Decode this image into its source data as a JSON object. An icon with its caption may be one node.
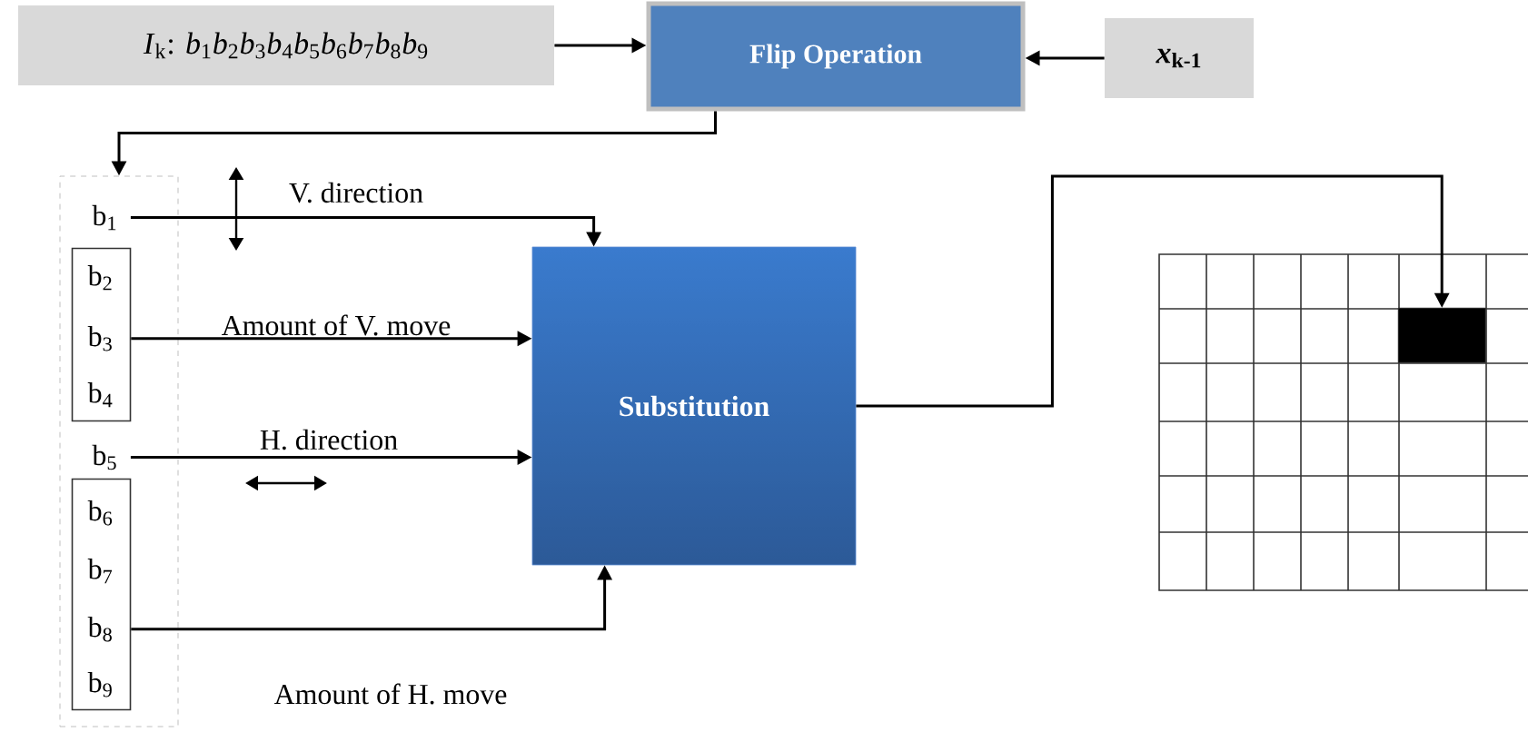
{
  "diagram": {
    "nodes": [
      {
        "text": [
          "*I*$_{k}$: *b*$_{1}$*b*$_{2}$*b*$_{3}$*b*$_{4}$*b*$_{5}$*b*$_{6}$*b*$_{7}$*b*$_{8}$*b*$_{9}$"
        ]
      },
      {
        "text": [
          "Flip Operation"
        ]
      },
      {
        "text": [
          "*x*$_{k-1}$"
        ]
      },
      {
        "text": [],
        "shape": "box"
      },
      {
        "text": [
          "b$_{1}$"
        ],
        "in": 3
      },
      {
        "text": [],
        "shape": "box",
        "in": 3
      },
      {
        "text": [
          "b$_{2}$"
        ],
        "in": 5
      },
      {
        "text": [
          "b$_{3}$"
        ],
        "in": 5
      },
      {
        "text": [
          "b$_{4}$"
        ],
        "in": 5
      },
      {
        "text": [
          "b$_{5}$"
        ],
        "in": 3
      },
      {
        "text": [],
        "shape": "box",
        "in": 3
      },
      {
        "text": [
          "b$_{6}$"
        ],
        "in": 10
      },
      {
        "text": [
          "b$_{7}$"
        ],
        "in": 10
      },
      {
        "text": [
          "b$_{8}$"
        ],
        "in": 10
      },
      {
        "text": [
          "b$_{9}$"
        ],
        "in": 10
      },
      {
        "text": [
          "Substitution"
        ]
      },
      {
        "text": [],
        "shape": "box"
      },
      {
        "text": [],
        "shape": "box",
        "in": 16
      }
    ],
    "edges": [
      {
        "from": 0,
        "to": 1,
        "arrow": "to"
      },
      {
        "from": 2,
        "to": 1,
        "arrow": "to"
      },
      {
        "from": 1,
        "to": 3,
        "arrow": "to"
      },
      {
        "from": 4,
        "to": 15,
        "arrow": "to",
        "label": "V. direction"
      },
      {
        "from": 5,
        "to": 15,
        "arrow": "to",
        "label": "Amount of V. move"
      },
      {
        "from": 9,
        "to": 15,
        "arrow": "to",
        "label": "H. direction"
      },
      {
        "from": 10,
        "to": 15,
        "arrow": "to",
        "label": "Amount of H. move"
      },
      {
        "from": 15,
        "to": 17,
        "arrow": "to"
      }
    ]
  }
}
